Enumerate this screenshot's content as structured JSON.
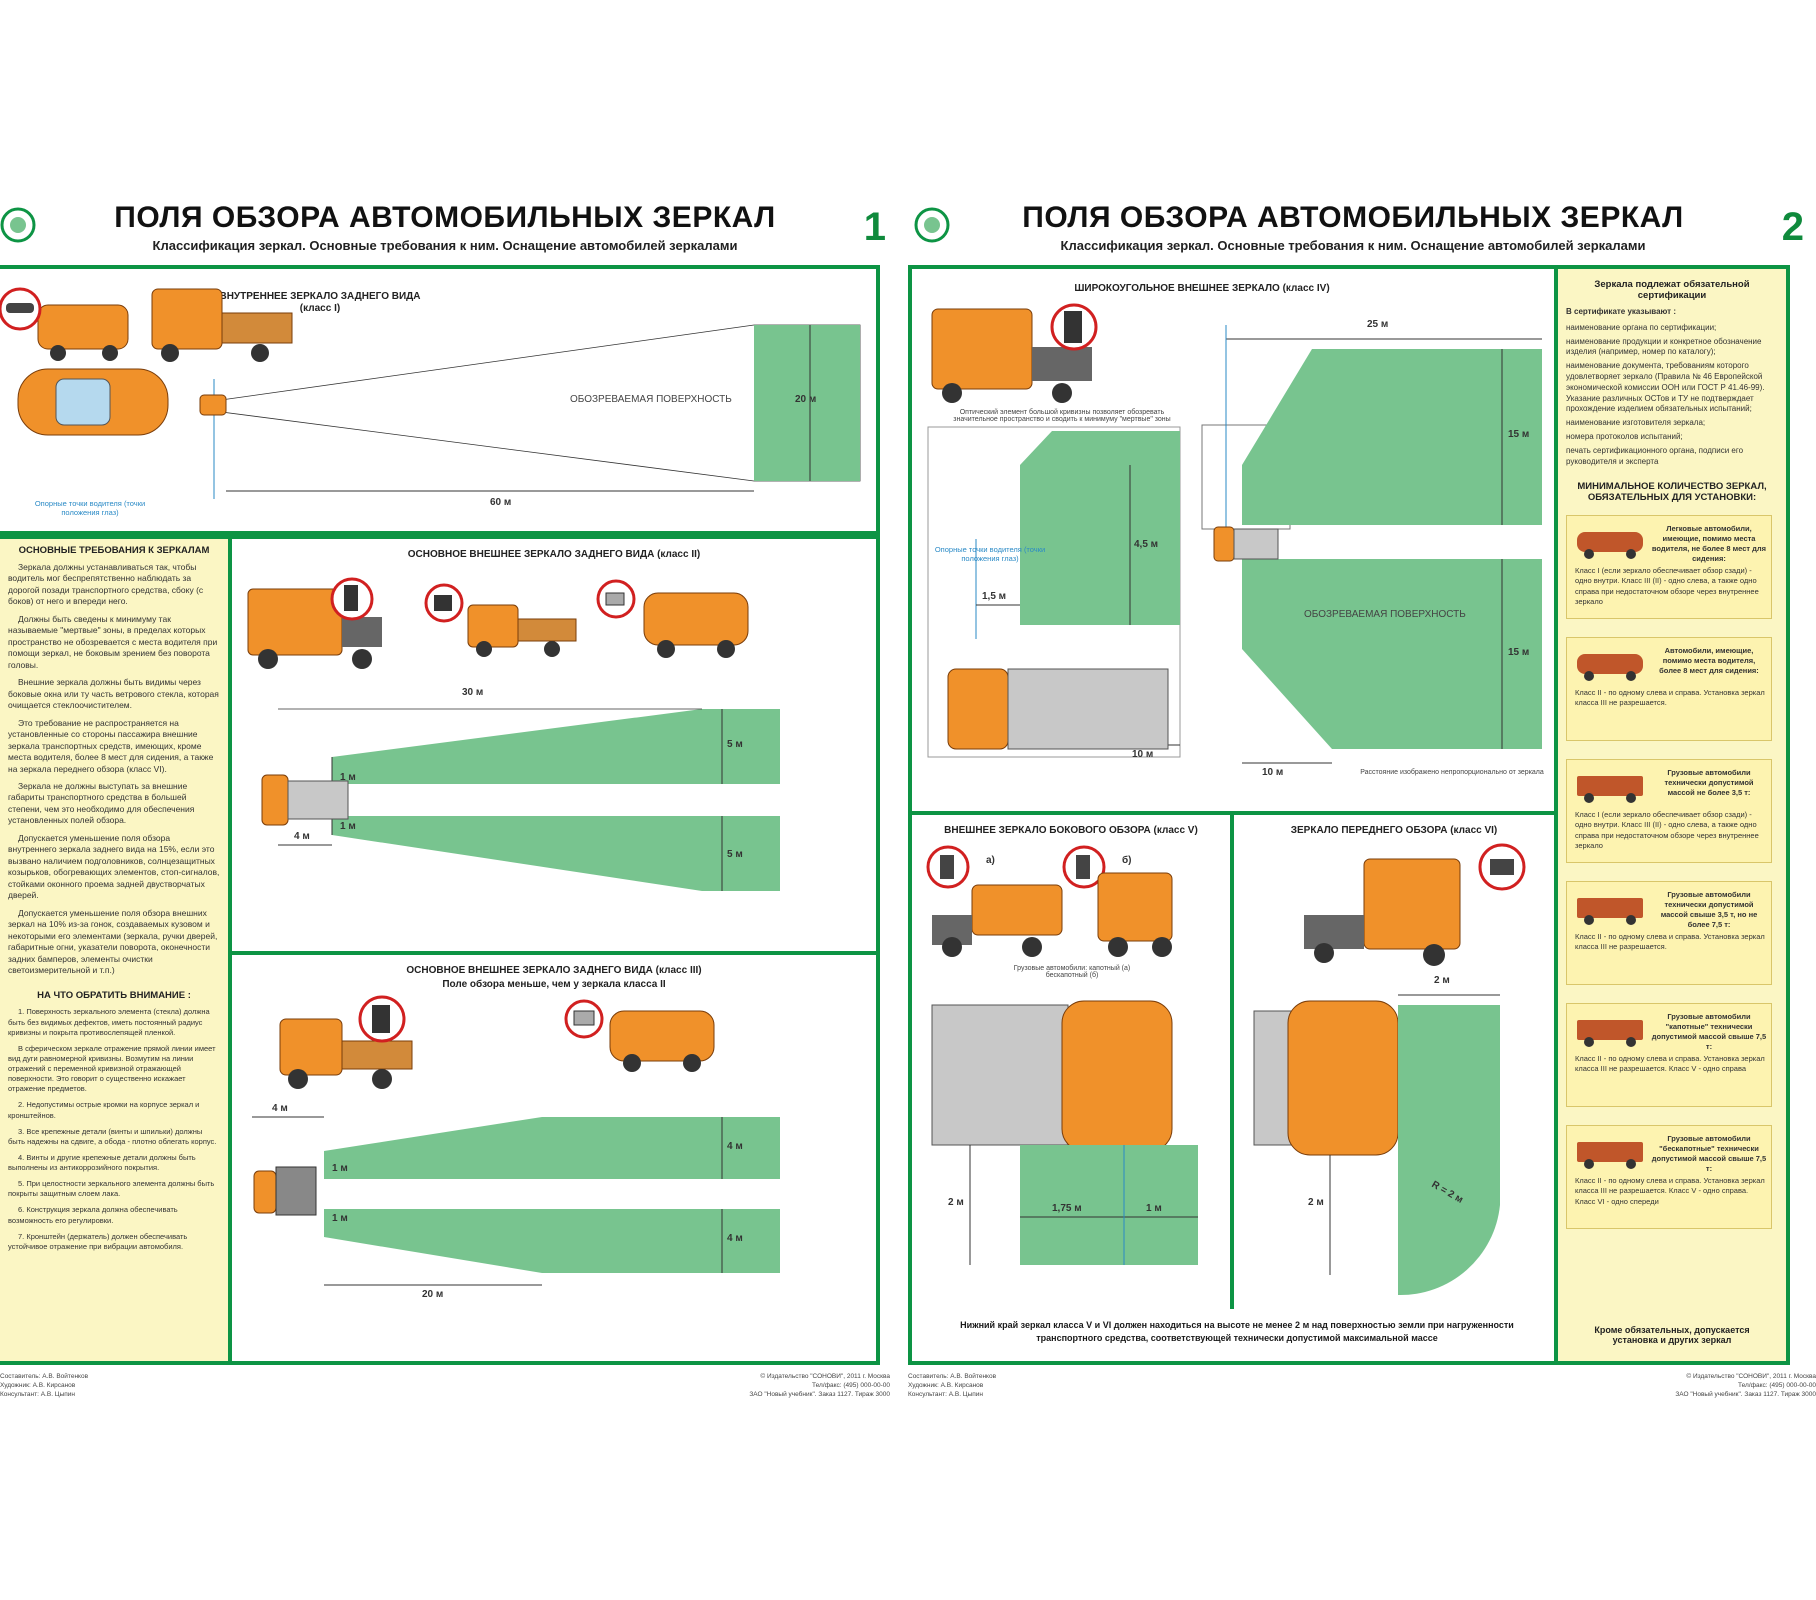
{
  "poster1": {
    "title": "ПОЛЯ ОБЗОРА АВТОМОБИЛЬНЫХ ЗЕРКАЛ",
    "subtitle": "Классификация зеркал. Основные требования к ним. Оснащение автомобилей зеркалами",
    "number": "1",
    "interior": {
      "title": "ВНУТРЕННЕЕ ЗЕРКАЛО ЗАДНЕГО ВИДА",
      "class": "(класс I)",
      "surface_label": "ОБОЗРЕВАЕМАЯ ПОВЕРХНОСТЬ",
      "width": "20 м",
      "distance": "60 м",
      "driver_note": "Опорные точки водителя (точки положения глаз)"
    },
    "requirements": {
      "title": "ОСНОВНЫЕ ТРЕБОВАНИЯ К ЗЕРКАЛАМ",
      "paragraphs": [
        "Зеркала должны устанавливаться так, чтобы водитель мог беспрепятственно наблюдать за дорогой позади транспортного средства, сбоку (с боков) от него и впереди него.",
        "Должны быть сведены к минимуму так называемые \"мертвые\" зоны, в пределах которых пространство не обозревается с места водителя при помощи зеркал, не боковым зрением без поворота головы.",
        "Внешние зеркала должны быть видимы через боковые окна или ту часть ветрового стекла, которая очищается стеклоочистителем.",
        "Это требование не распространяется на установленные со стороны пассажира внешние зеркала транспортных средств, имеющих, кроме места водителя, более 8 мест для сидения, а также на зеркала переднего обзора (класс VI).",
        "Зеркала не должны выступать за внешние габариты транспортного средства в большей степени, чем это необходимо для обеспечения установленных полей обзора.",
        "Допускается уменьшение поля обзора внутреннего зеркала заднего вида на 15%, если это вызвано наличием подголовников, солнцезащитных козырьков, обогревающих элементов, стоп-сигналов, стойками оконного проема задней двустворчатых дверей.",
        "Допускается уменьшение поля обзора внешних зеркал на 10% из-за гонок, создаваемых кузовом и некоторыми его элементами (зеркала, ручки дверей, габаритные огни, указатели поворота, оконечности задних бамперов, элементы очистки светоизмерительной и т.п.)"
      ],
      "attention_title": "НА ЧТО ОБРАТИТЬ ВНИМАНИЕ :",
      "attention": [
        "1. Поверхность зеркального элемента (стекла) должна быть без видимых дефектов, иметь постоянный радиус кривизны и покрыта противослепящей пленкой.",
        "В сферическом зеркале отражение прямой линии имеет вид дуги равномерной кривизны. Возмутим на линии отражений с переменной кривизной отражающей поверхности. Это говорит о существенно искажает отражение предметов.",
        "2. Недопустимы острые кромки на корпусе зеркал и кронштейнов.",
        "3. Все крепежные детали (винты и шпильки) должны быть надежны на сдвиге, а обода - плотно облегать корпус.",
        "4. Винты и другие крепежные детали должны быть выполнены из антикоррозийного покрытия.",
        "5. При целостности зеркального элемента должны быть покрыты защитным слоем лака.",
        "6. Конструкция зеркала должна обеспечивать возможность его регулировки.",
        "7. Кронштейн (держатель) должен обеспечивать устойчивое отражение при вибрации автомобиля."
      ]
    },
    "class2": {
      "title": "ОСНОВНОЕ ВНЕШНЕЕ ЗЕРКАЛО ЗАДНЕГО ВИДА (класс II)",
      "distance": "30 м",
      "width_top": "5 м",
      "width_bottom": "5 м",
      "offset_top": "1 м",
      "offset_bottom": "1 м",
      "start": "4 м"
    },
    "class3": {
      "title": "ОСНОВНОЕ ВНЕШНЕЕ ЗЕРКАЛО ЗАДНЕГО ВИДА (класс III)",
      "subtitle": "Поле обзора меньше, чем у зеркала класса II",
      "start": "4 м",
      "width_top": "4 м",
      "width_bottom": "4 м",
      "offset_top": "1 м",
      "offset_bottom": "1 м",
      "distance": "20 м"
    },
    "footer_left": "Составитель: А.В. Войтенков\nХудожник: А.В. Кирсанов\nКонсультант: А.В. Цыпин",
    "footer_right": "© Издательство \"СОНОВИ\", 2011 г. Москва\nТел/факс: (495) 000-00-00\nЗАО \"Новый учебник\". Заказ 1127. Тираж 3000"
  },
  "poster2": {
    "title": "ПОЛЯ ОБЗОРА АВТОМОБИЛЬНЫХ ЗЕРКАЛ",
    "subtitle": "Классификация зеркал. Основные требования к ним. Оснащение автомобилей зеркалами",
    "number": "2",
    "class4": {
      "title": "ШИРОКОУГОЛЬНОЕ ВНЕШНЕЕ ЗЕРКАЛО (класс IV)",
      "note": "Оптический элемент большой кривизны позволяет обозревать значительное пространство и сводить к минимуму \"мертвые\" зоны",
      "left_width": "4,5 м",
      "left_offset": "1,5 м",
      "left_distance": "10 м",
      "driver_note": "Опорные точки водителя (точки положения глаз)",
      "top_distance": "25 м",
      "right_top": "15 м",
      "right_bottom": "15 м",
      "surface_label": "ОБОЗРЕВАЕМАЯ ПОВЕРХНОСТЬ",
      "bottom_distance": "10 м",
      "scale_note": "Расстояние изображено непропорционально от зеркала"
    },
    "class5": {
      "title": "ВНЕШНЕЕ ЗЕРКАЛО БОКОВОГО ОБЗОРА (класс V)",
      "label_a": "а)",
      "label_b": "б)",
      "caption": "Грузовые автомобили: капотный (а) бескапотный (б)",
      "height": "2 м",
      "width": "1,75 м",
      "offset": "1 м"
    },
    "class6": {
      "title": "ЗЕРКАЛО ПЕРЕДНЕГО ОБЗОРА (класс VI)",
      "width": "2 м",
      "height": "2 м",
      "radius": "R = 2 м"
    },
    "bottom_note": "Нижний край зеркал класса V и VI должен находиться на высоте не менее 2 м над поверхностью земли при нагруженности транспортного средства, соответствующей технически допустимой максимальной массе",
    "certification": {
      "title": "Зеркала подлежат обязательной сертификации",
      "intro": "В сертификате указывают :",
      "items": [
        "наименование органа по сертификации;",
        "наименование продукции и конкретное обозначение изделия (например, номер по каталогу);",
        "наименование документа, требованиям которого удовлетворяет зеркало (Правила № 46 Европейской экономической комиссии ООН или ГОСТ Р 41.46-99). Указание различных ОСТов и ТУ не подтверждает прохождение изделием обязательных испытаний;",
        "наименование изготовителя зеркала;",
        "номера протоколов испытаний;",
        "печать сертификационного органа, подписи его руководителя и эксперта"
      ]
    },
    "minimum": {
      "title": "МИНИМАЛЬНОЕ КОЛИЧЕСТВО ЗЕРКАЛ, ОБЯЗАТЕЛЬНЫХ ДЛЯ УСТАНОВКИ:",
      "cards": [
        {
          "head": "Легковые автомобили, имеющие, помимо места водителя, не более 8 мест для сидения:",
          "body": "Класс I (если зеркало обеспечивает обзор сзади) - одно внутри. Класс III (II) - одно слева, а также одно справа при недостаточном обзоре через внутреннее зеркало"
        },
        {
          "head": "Автомобили, имеющие, помимо места водителя, более 8 мест для сидения:",
          "body": "Класс II - по одному слева и справа. Установка зеркал класса III не разрешается."
        },
        {
          "head": "Грузовые автомобили технически допустимой массой не более 3,5 т:",
          "body": "Класс I (если зеркало обеспечивает обзор сзади) - одно внутри. Класс III (II) - одно слева, а также одно справа при недостаточном обзоре через внутреннее зеркало"
        },
        {
          "head": "Грузовые автомобили технически допустимой массой свыше 3,5 т, но не более 7,5 т:",
          "body": "Класс II - по одному слева и справа. Установка зеркал класса III не разрешается."
        },
        {
          "head": "Грузовые автомобили \"капотные\" технически допустимой массой свыше 7,5 т:",
          "body": "Класс II - по одному слева и справа. Установка зеркал класса III не разрешается. Класс V - одно справа"
        },
        {
          "head": "Грузовые автомобили \"бескапотные\" технически допустимой массой свыше 7,5 т:",
          "body": "Класс II - по одному слева и справа. Установка зеркал класса III не разрешается. Класс V - одно справа. Класс VI - одно спереди"
        }
      ],
      "closing": "Кроме обязательных, допускается установка и других зеркал"
    },
    "footer_left": "Составитель: А.В. Войтенков\nХудожник: А.В. Кирсанов\nКонсультант: А.В. Цыпин",
    "footer_right": "© Издательство \"СОНОВИ\", 2011 г. Москва\nТел/факс: (495) 000-00-00\nЗАО \"Новый учебник\". Заказ 1127. Тираж 3000"
  },
  "colors": {
    "frame_green": "#0d9444",
    "field_green": "#78c48f",
    "vehicle_orange": "#f0912a",
    "panel_yellow": "#fbf6c4",
    "dimension_blue": "#2a8ac6",
    "mirror_ring_red": "#d12020"
  }
}
